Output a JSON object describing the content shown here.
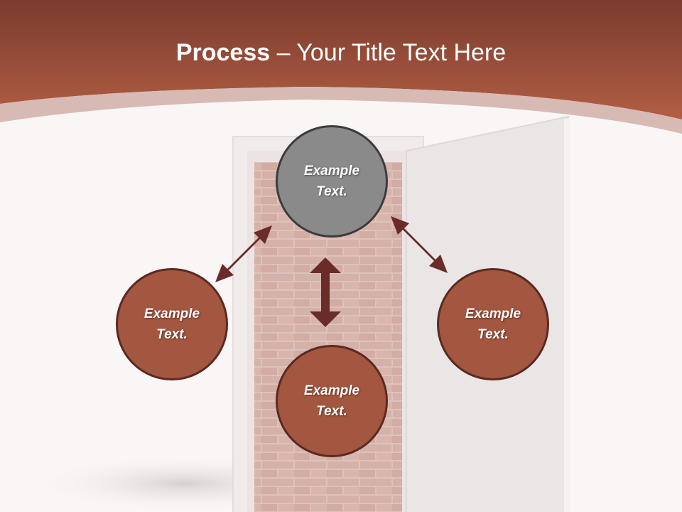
{
  "slide": {
    "title_bold": "Process",
    "title_rest": " – Your Title Text Here"
  },
  "nodes": {
    "top": {
      "line1": "Example",
      "line2": "Text."
    },
    "left": {
      "line1": "Example",
      "line2": "Text."
    },
    "right": {
      "line1": "Example",
      "line2": "Text."
    },
    "bottom": {
      "line1": "Example",
      "line2": "Text."
    }
  },
  "colors": {
    "header_dark": "#7a3b2d",
    "header_light": "#b25e44",
    "node_fill": "#a35640",
    "node_border": "#5a2a22",
    "hub_fill": "#8a8a8a",
    "arrow": "#6a2c28"
  }
}
